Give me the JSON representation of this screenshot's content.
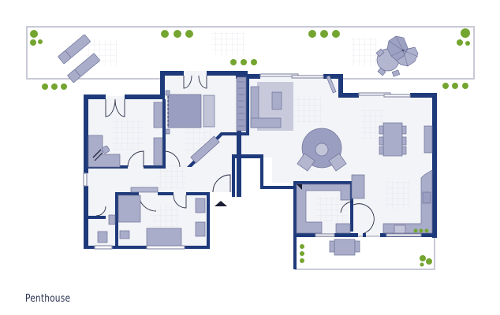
{
  "caption": "Penthouse",
  "colors": {
    "wall": "#1e3a7a",
    "floor": "#f3f4f8",
    "furniture": "#a9adc9",
    "furniture_dark": "#8f94b8",
    "furniture_edge": "#6d7299",
    "terrace_border": "#c8cad6",
    "plant": "#74a530",
    "grid": "#dcdee8"
  },
  "rooms": [
    {
      "id": "terrace-top",
      "type": "terrace"
    },
    {
      "id": "study",
      "type": "room"
    },
    {
      "id": "bedroom",
      "type": "room"
    },
    {
      "id": "living-dining",
      "type": "room"
    },
    {
      "id": "hallway",
      "type": "room"
    },
    {
      "id": "bathroom",
      "type": "room"
    },
    {
      "id": "wc",
      "type": "room"
    },
    {
      "id": "kitchen",
      "type": "room"
    },
    {
      "id": "terrace-bottom",
      "type": "terrace"
    }
  ],
  "icons": {
    "entrance": "entrance-arrow-icon",
    "parasol": "parasol-icon",
    "plant": "plant-icon"
  }
}
